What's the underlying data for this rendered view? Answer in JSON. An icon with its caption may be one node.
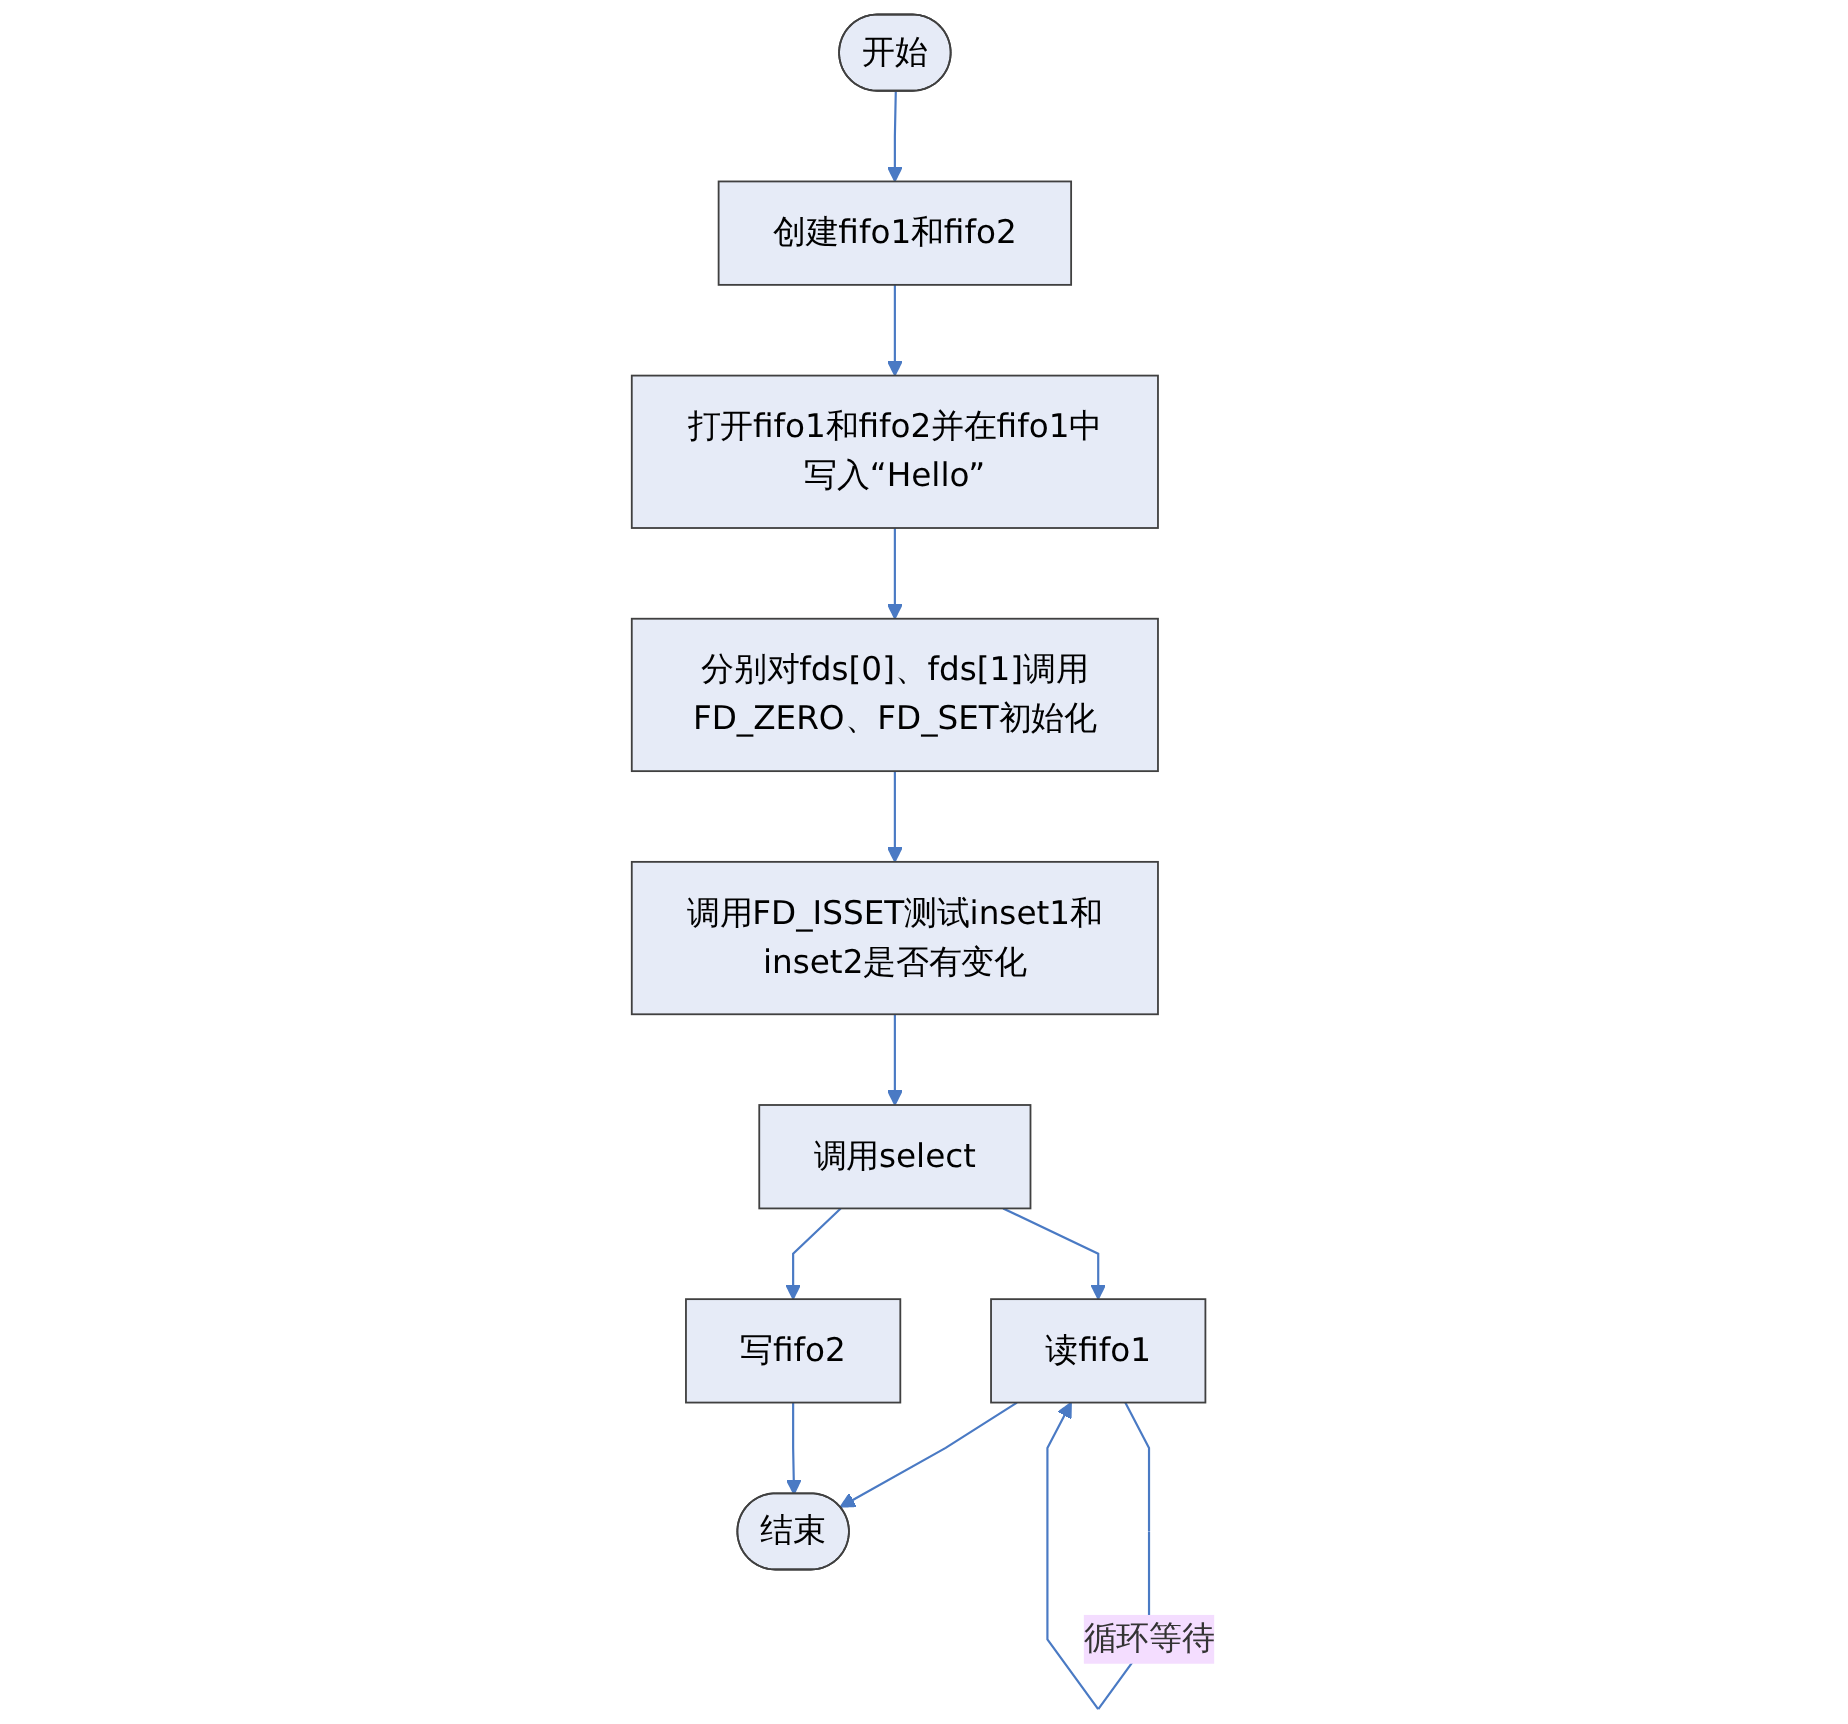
{
  "diagram": {
    "nodes": [
      {
        "text": [
          "开始"
        ]
      },
      {
        "text": [
          "创建fifo1和fifo2"
        ]
      },
      {
        "text": [
          "打开fifo1和fifo2并在fifo1中写入“Hello”"
        ]
      },
      {
        "text": [
          "分别对fds[0]、fds[1]调用FD_ZERO、FD_SET初始化"
        ]
      },
      {
        "text": [
          "调用FD_ISSET测试inset1和inset2是否有变化"
        ]
      },
      {
        "text": [
          "调用select"
        ]
      },
      {
        "text": [
          "读fifo1"
        ]
      },
      {
        "text": [
          "写fifo2"
        ]
      },
      {
        "text": [
          "结束"
        ]
      }
    ],
    "edges": [
      {
        "from": 0,
        "to": 1,
        "arrow": "to"
      },
      {
        "from": 1,
        "to": 2,
        "arrow": "to"
      },
      {
        "from": 2,
        "to": 3,
        "arrow": "to"
      },
      {
        "from": 3,
        "to": 4,
        "arrow": "to"
      },
      {
        "from": 4,
        "to": 5,
        "arrow": "to"
      },
      {
        "from": 5,
        "to": 6,
        "arrow": "to"
      },
      {
        "from": 5,
        "to": 7,
        "arrow": "to"
      },
      {
        "from": 6,
        "to": 6,
        "label": "循环等待",
        "arrow": "to"
      },
      {
        "from": 6,
        "to": 8,
        "arrow": "to"
      },
      {
        "from": 7,
        "to": 8,
        "arrow": "to"
      }
    ]
  }
}
